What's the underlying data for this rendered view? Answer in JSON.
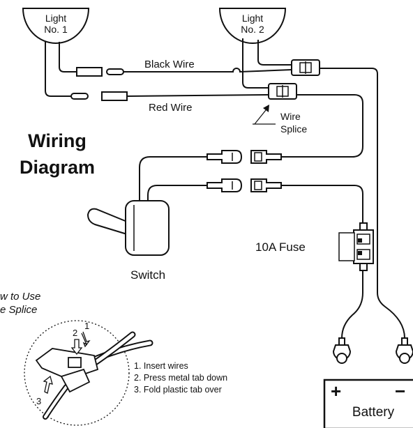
{
  "title": {
    "line1": "Wiring",
    "line2": "Diagram"
  },
  "lights": {
    "light1": {
      "line1": "Light",
      "line2": "No. 1"
    },
    "light2": {
      "line1": "Light",
      "line2": "No. 2"
    }
  },
  "wires": {
    "black": "Black Wire",
    "red": "Red Wire"
  },
  "splice_label": {
    "line1": "Wire",
    "line2": "Splice"
  },
  "fuse_label": "10A Fuse",
  "switch_label": "Switch",
  "battery": {
    "label": "Battery",
    "plus": "+",
    "minus": "−"
  },
  "how_to": {
    "line1": "w to Use",
    "line2": "e Splice",
    "step_numbers": [
      "1",
      "2",
      "3"
    ],
    "steps": [
      "1. Insert wires",
      "2. Press metal tab down",
      "3. Fold plastic tab over"
    ]
  },
  "colors": {
    "line": "#111111",
    "fill": "#ffffff"
  }
}
